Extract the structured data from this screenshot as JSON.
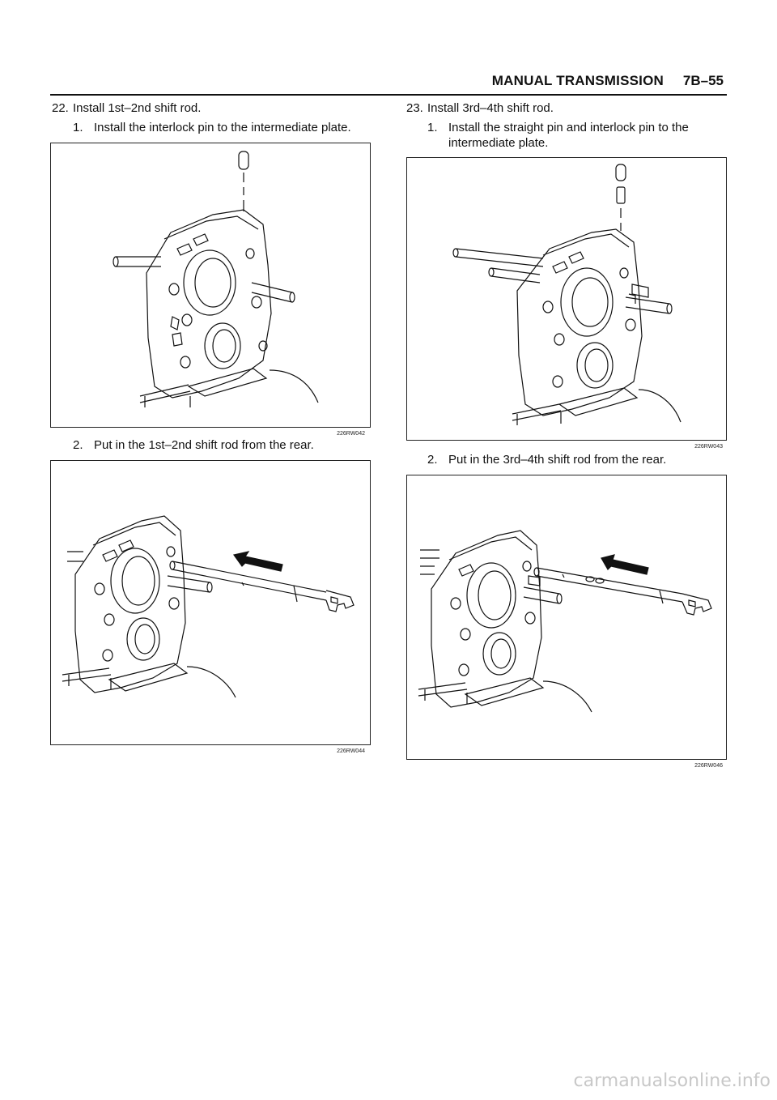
{
  "header": {
    "title": "MANUAL TRANSMISSION",
    "page": "7B–55"
  },
  "left": {
    "step_num": "22.",
    "step_text": "Install 1st–2nd shift rod.",
    "sub1_num": "1.",
    "sub1_text": "Install the interlock pin to the intermediate plate.",
    "fig1_code": "226RW042",
    "sub2_num": "2.",
    "sub2_text": "Put in the 1st–2nd shift rod from the rear.",
    "fig2_code": "226RW044"
  },
  "right": {
    "step_num": "23.",
    "step_text": "Install 3rd–4th shift rod.",
    "sub1_num": "1.",
    "sub1_line1": "Install the straight pin and interlock pin to the",
    "sub1_line2": "intermediate plate.",
    "fig1_code": "226RW043",
    "sub2_num": "2.",
    "sub2_text": "Put in the 3rd–4th shift rod from the rear.",
    "fig2_code": "226RW046"
  },
  "watermark": "carmanualsonline.info"
}
